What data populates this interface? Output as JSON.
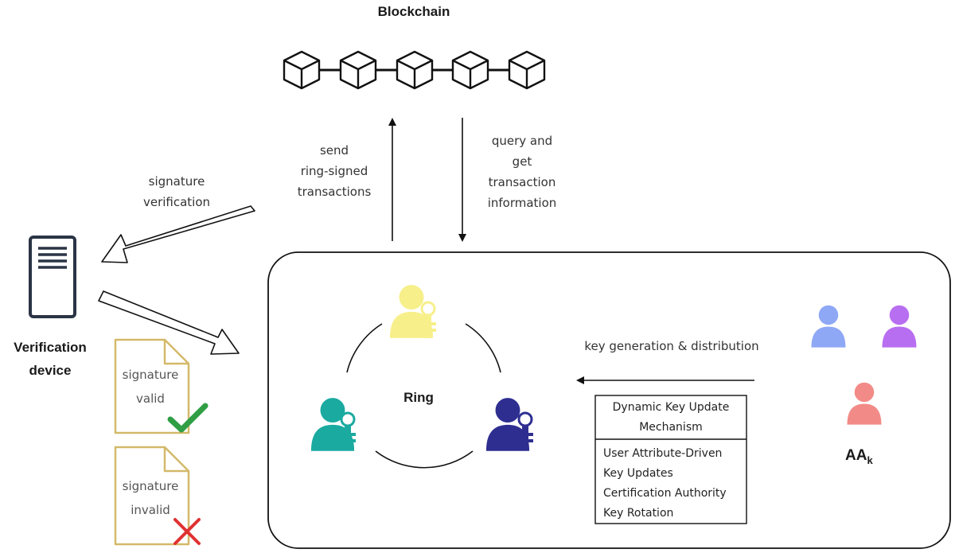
{
  "blockchain": {
    "title": "Blockchain",
    "block_count": 5
  },
  "arrows": {
    "send_label": [
      "send",
      "ring-signed",
      "transactions"
    ],
    "query_label": [
      "query and",
      "get",
      "transaction",
      "information"
    ],
    "verify_label": [
      "signature",
      "verification"
    ],
    "keygen_label": "key generation & distribution"
  },
  "verification": {
    "device_label": [
      "Verification",
      "device"
    ],
    "valid_doc": [
      "signature",
      "valid"
    ],
    "invalid_doc": [
      "signature",
      "invalid"
    ]
  },
  "ring": {
    "label": "Ring",
    "member_colors": [
      "#f7ef8a",
      "#1aaaa0",
      "#2e2e91"
    ]
  },
  "mechanism": {
    "header": [
      "Dynamic Key Update",
      "Mechanism"
    ],
    "items": [
      "User Attribute-Driven",
      "Key Updates",
      "Certification Authority",
      "Key Rotation"
    ]
  },
  "authorities": {
    "label_main": "AA",
    "label_sub": "k",
    "colors": [
      "#8fa8f5",
      "#b86ef0",
      "#f28b87"
    ]
  },
  "colors": {
    "doc_border": "#d4b96a",
    "check": "#2f9e44",
    "cross": "#e03131",
    "device": "#2b3445"
  }
}
